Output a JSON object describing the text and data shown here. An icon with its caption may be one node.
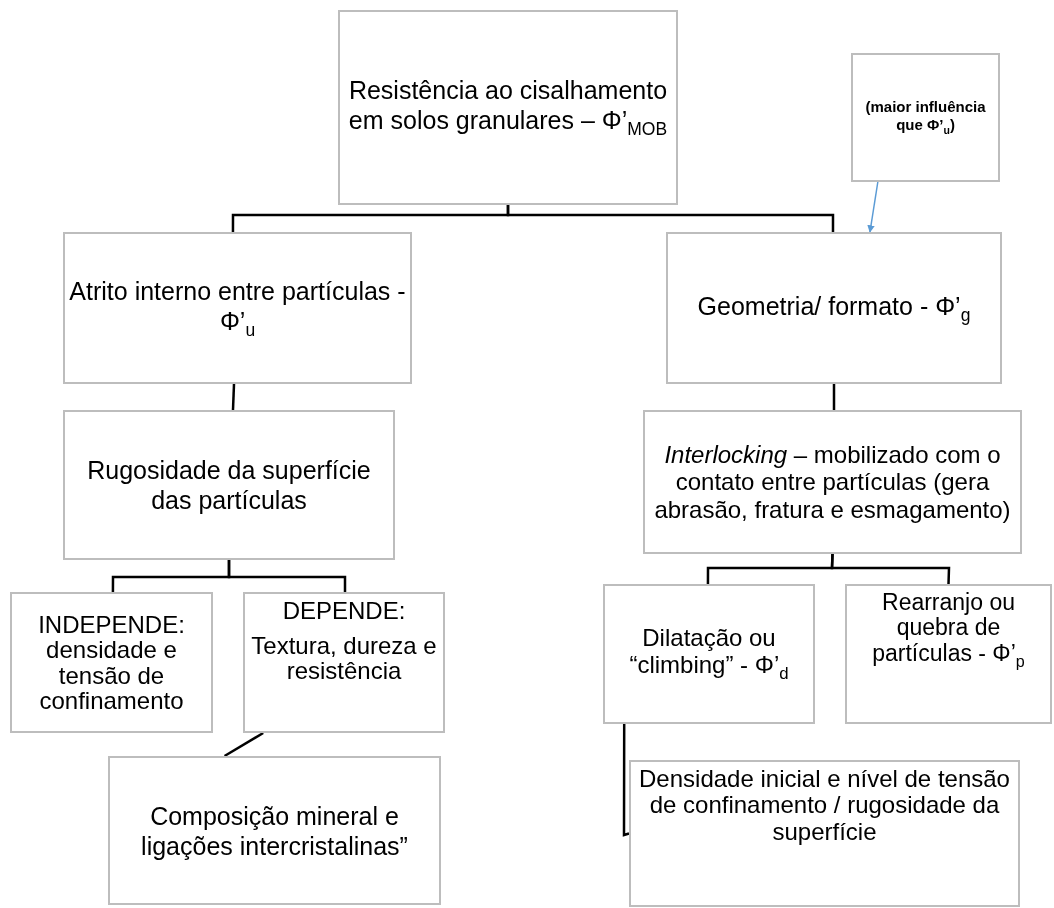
{
  "diagram": {
    "nodes": [
      {
        "text": [
          "Resistência ao cisalhamento em solos granulares – Φ’$_{MOB}$"
        ]
      },
      {
        "text": [
          "(maior influência que Φ’$_{u}$)"
        ]
      },
      {
        "text": [
          "Atrito interno entre partículas - Φ’$_{u}$"
        ]
      },
      {
        "text": [
          "Geometria/ formato - Φ’$_{g}$"
        ]
      },
      {
        "text": [
          "Rugosidade da superfície das partículas"
        ]
      },
      {
        "text": [
          "*Interlocking* – mobilizado com o contato entre partículas (gera abrasão, fratura e esmagamento)"
        ]
      },
      {
        "text": [
          "INDEPENDE: densidade e tensão de confinamento"
        ]
      },
      {
        "text": [
          "DEPENDE:",
          "Textura, dureza e resistência"
        ]
      },
      {
        "text": [
          "Composição mineral e ligações intercristalinas”"
        ]
      },
      {
        "text": [
          "Dilatação ou “climbing”  - Φ’$_{d}$"
        ]
      },
      {
        "text": [
          "Rearranjo ou quebra de partículas - Φ’$_{p}$"
        ]
      },
      {
        "text": [
          "Densidade inicial e nível de tensão de confinamento / rugosidade da superfície"
        ]
      }
    ],
    "edges": [
      {
        "from": 0,
        "to": 2,
        "arrow": "none"
      },
      {
        "from": 0,
        "to": 3,
        "arrow": "none"
      },
      {
        "from": 1,
        "to": 3,
        "arrow": "to",
        "color": "#5b9bd5"
      },
      {
        "from": 2,
        "to": 4,
        "arrow": "none"
      },
      {
        "from": 3,
        "to": 5,
        "arrow": "none"
      },
      {
        "from": 4,
        "to": 6,
        "arrow": "none"
      },
      {
        "from": 4,
        "to": 7,
        "arrow": "none"
      },
      {
        "from": 5,
        "to": 9,
        "arrow": "none"
      },
      {
        "from": 5,
        "to": 10,
        "arrow": "none"
      },
      {
        "from": 7,
        "to": 8,
        "arrow": "none"
      },
      {
        "from": 9,
        "to": 11,
        "arrow": "none"
      }
    ]
  }
}
